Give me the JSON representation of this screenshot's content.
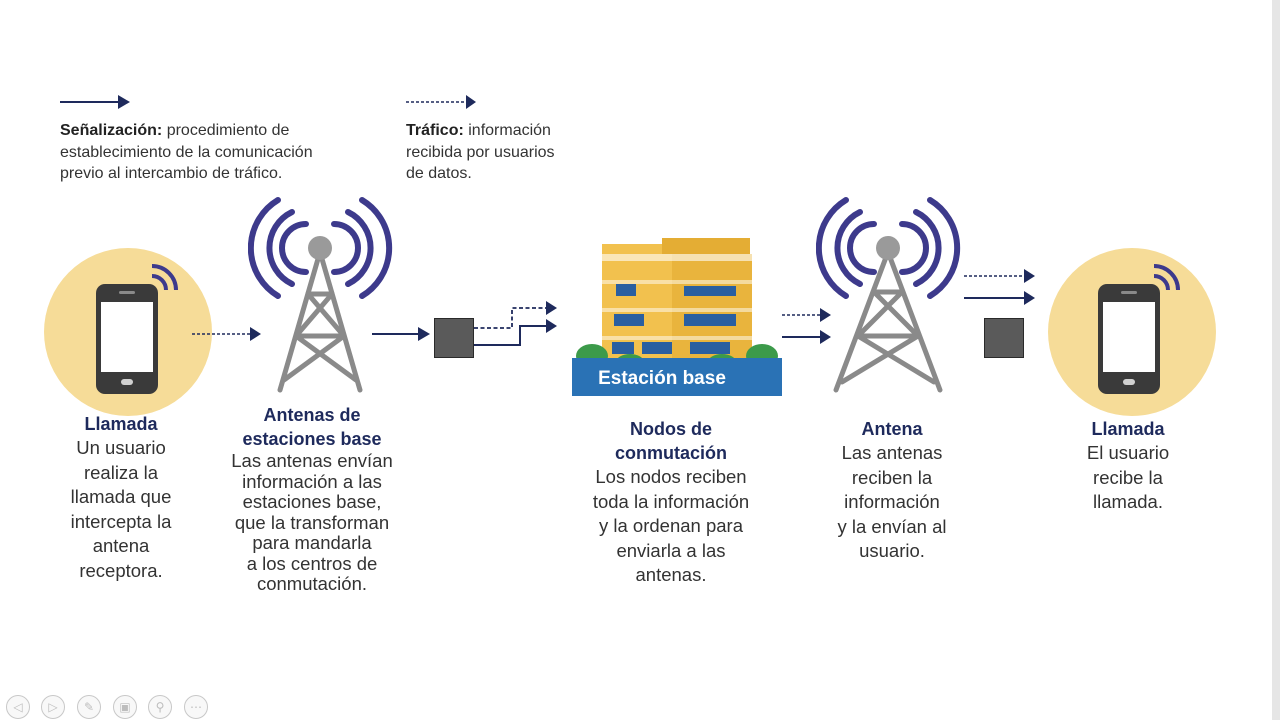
{
  "legend": {
    "signal_term": "Señalización:",
    "signal_def": "procedimiento de\nestablecimiento de la comunicación\nprevio al intercambio de tráfico.",
    "traffic_term": "Tráfico:",
    "traffic_def": "información\nrecibida por usuarios\nde datos."
  },
  "steps": [
    {
      "title": "Llamada",
      "desc": "Un usuario\nrealiza la\nllamada que\nintercepta la\nantena\nreceptora."
    },
    {
      "title": "Antenas de\nestaciones base",
      "desc": "Las antenas envían\ninformación a las\nestaciones base,\nque la transforman\npara mandarla\na los centros de\nconmutación."
    },
    {
      "title": "Nodos de\nconmutación",
      "desc": "Los nodos reciben\ntoda la información\ny la ordenan para\nenviarla a las\nantenas."
    },
    {
      "title": "Antena",
      "desc": "Las antenas\nreciben la\ninformación\ny la envían al\nusuario."
    },
    {
      "title": "Llamada",
      "desc": "El usuario\nrecibe la\nllamada."
    }
  ],
  "building_label": "Estación base",
  "icons": {
    "phone": "smartphone-icon",
    "tower": "antenna-tower-icon",
    "building": "building-icon",
    "node": "square-node-icon"
  },
  "colors": {
    "navy": "#1e2a5c",
    "wave": "#3d3a8c",
    "tower": "#8a8a8a",
    "circle": "#f6dc98",
    "building_yellow": "#f2c14e",
    "label_blue": "#2a72b5"
  },
  "viewer": {
    "buttons": [
      "◁",
      "▷",
      "✎",
      "▣",
      "⚲",
      "⋯"
    ]
  }
}
